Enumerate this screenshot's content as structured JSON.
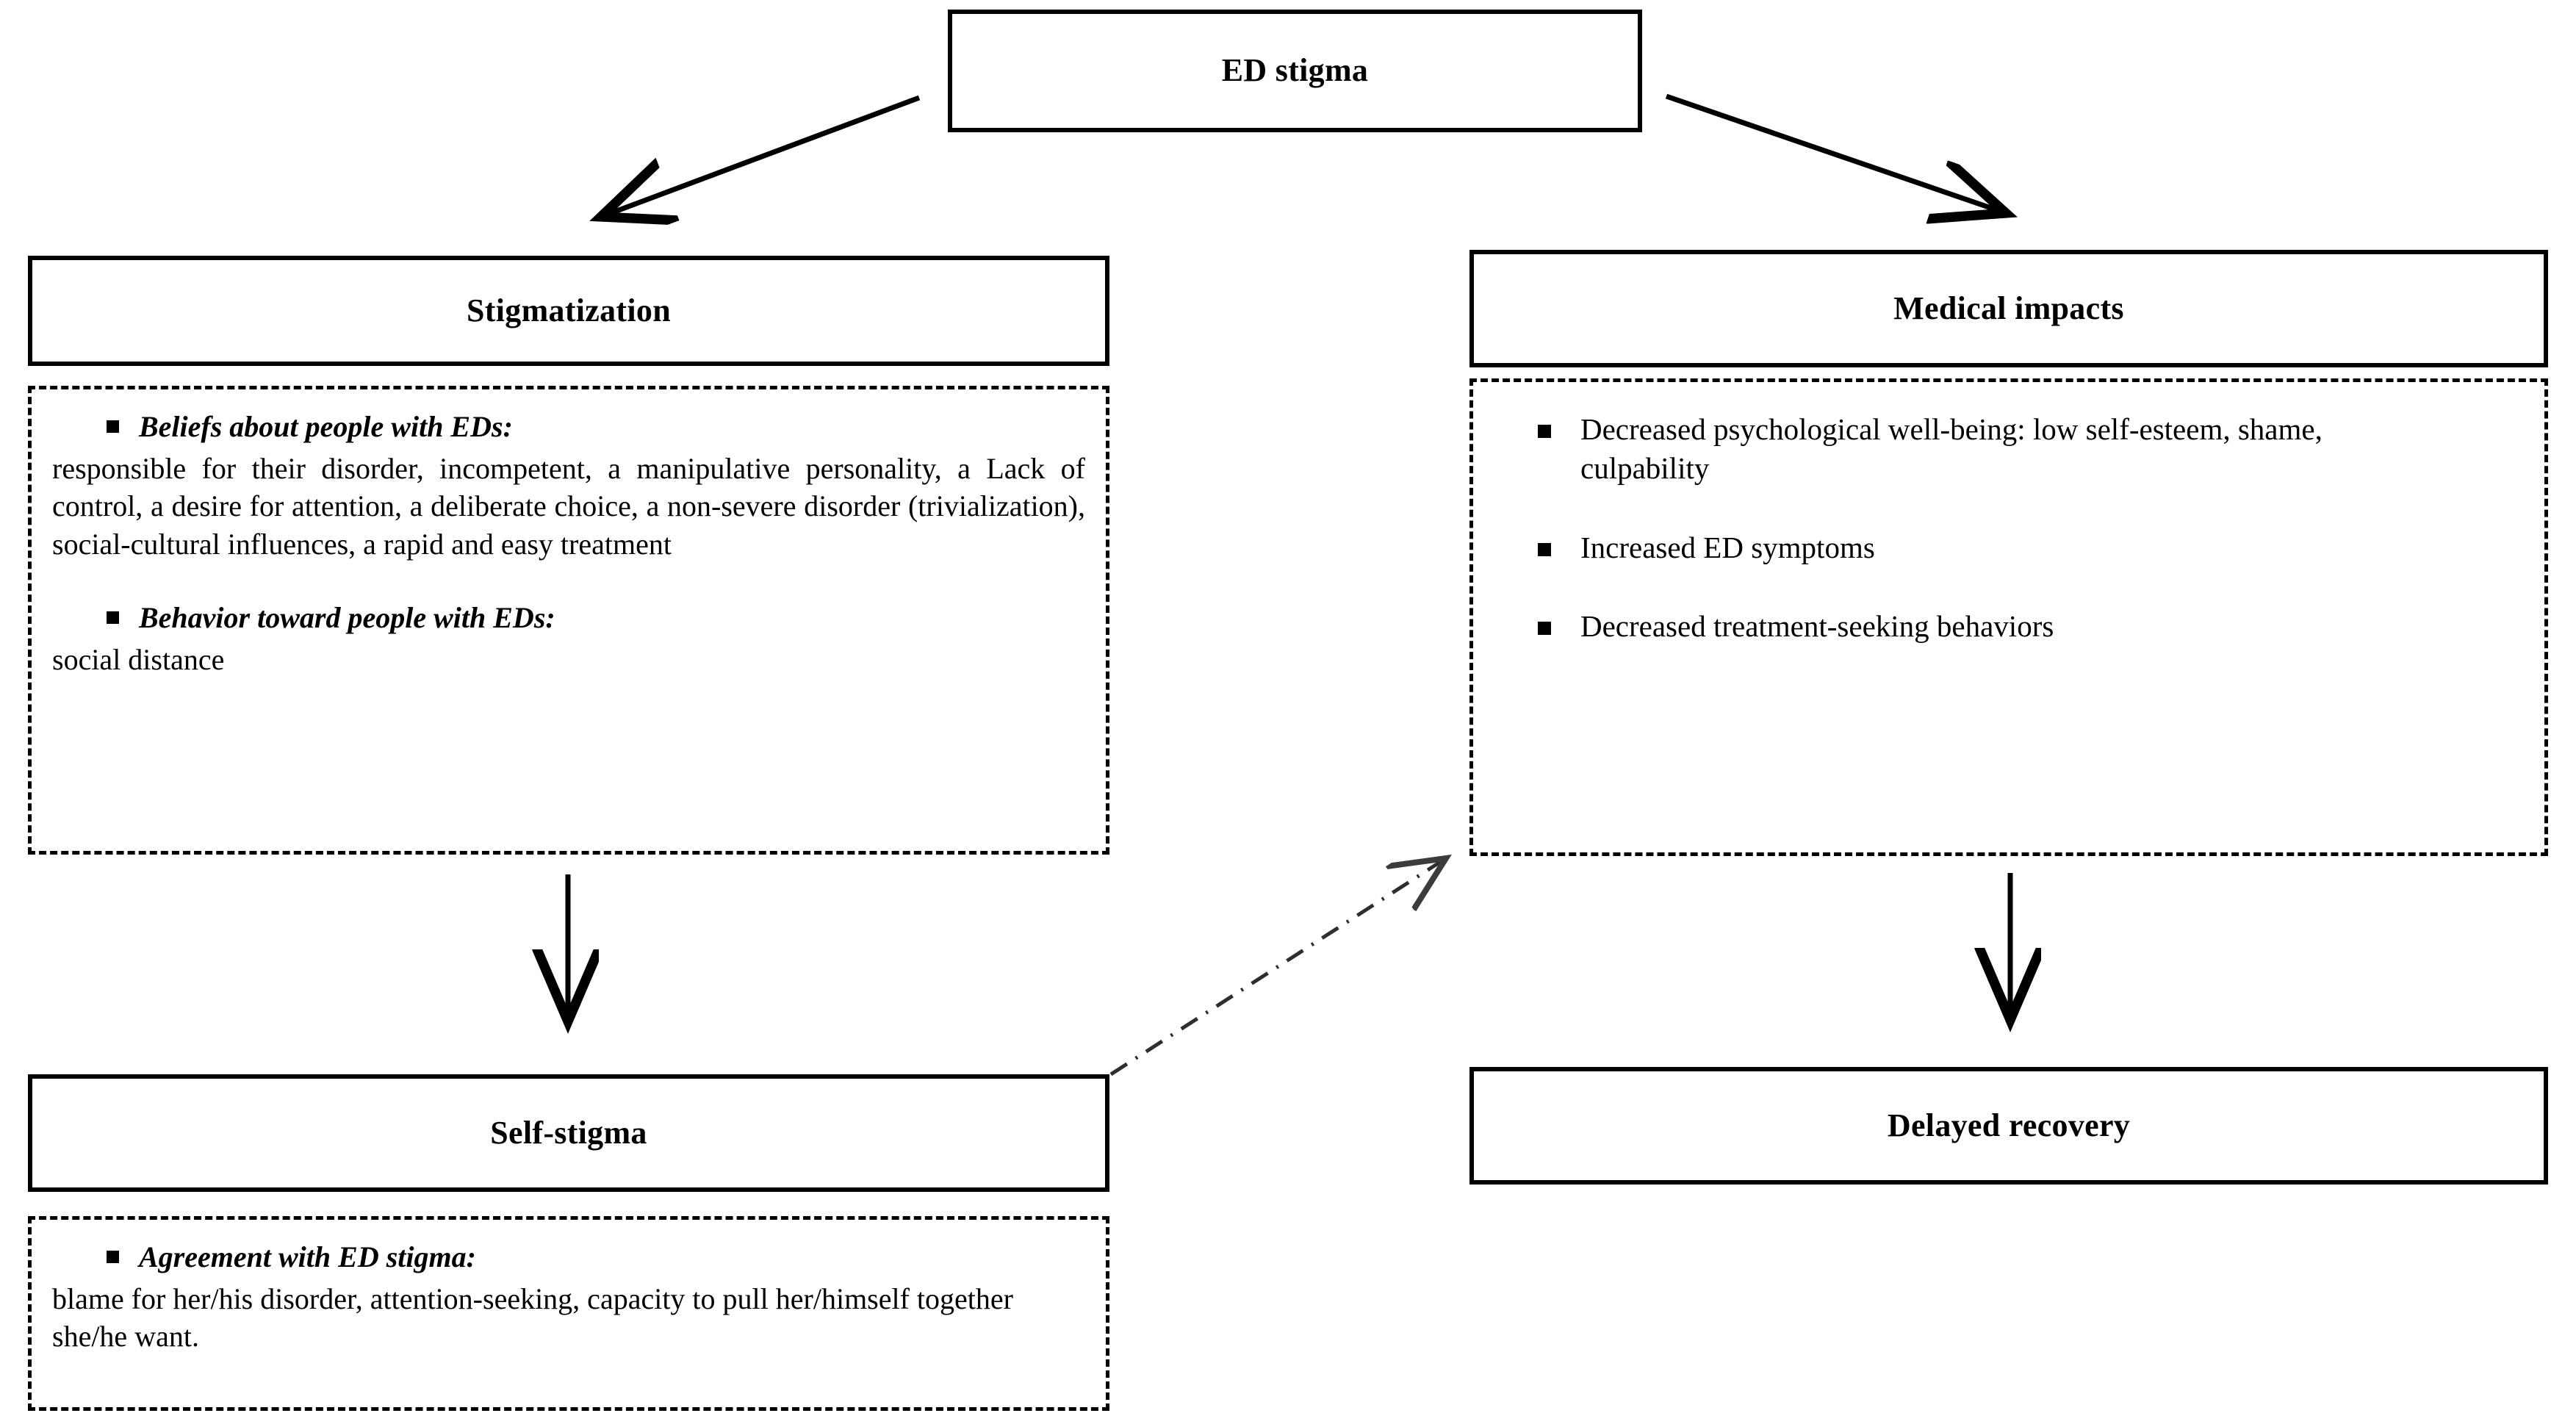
{
  "diagram": {
    "title_node": {
      "label": "ED stigma"
    },
    "nodes": [
      {
        "id": "stigmatization",
        "header": "Stigmatization",
        "sections": [
          {
            "bullet": "Beliefs about people with EDs:",
            "text": "responsible for their disorder, incompetent, a manipulative personality, a Lack of control, a desire for attention, a deliberate choice, a non-severe disorder (trivialization), social-cultural influences, a rapid and easy treatment"
          },
          {
            "bullet": "Behavior toward people with EDs:",
            "text": "social distance"
          }
        ]
      },
      {
        "id": "medical-impacts",
        "header": "Medical impacts",
        "items": [
          "Decreased psychological well-being: low self-esteem, shame, culpability",
          "Increased ED symptoms",
          "Decreased treatment-seeking behaviors"
        ]
      },
      {
        "id": "self-stigma",
        "header": "Self-stigma",
        "sections": [
          {
            "bullet": "Agreement with ED stigma:",
            "text": "blame for her/his disorder, attention-seeking,  capacity to pull her/himself together she/he want."
          }
        ]
      },
      {
        "id": "delayed-recovery",
        "header": "Delayed recovery"
      }
    ],
    "connectors": [
      {
        "id": "ed-to-stigmatization",
        "from": "ED stigma",
        "to": "Stigmatization",
        "style": "solid-arrow"
      },
      {
        "id": "ed-to-medical-impacts",
        "from": "ED stigma",
        "to": "Medical impacts",
        "style": "solid-arrow"
      },
      {
        "id": "stigmatization-to-self-stigma",
        "from": "Stigmatization",
        "to": "Self-stigma",
        "style": "solid-arrow"
      },
      {
        "id": "medical-impacts-to-delayed-recovery",
        "from": "Medical impacts",
        "to": "Delayed recovery",
        "style": "solid-arrow"
      },
      {
        "id": "self-stigma-to-medical-impacts",
        "from": "Self-stigma",
        "to": "Medical impacts",
        "style": "dash-dot-arrow"
      }
    ],
    "colors": {
      "line": "#000000",
      "box_border": "#000000",
      "background": "#ffffff",
      "text": "#000000"
    }
  }
}
